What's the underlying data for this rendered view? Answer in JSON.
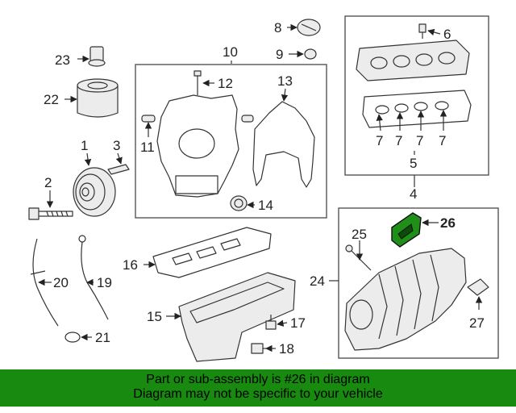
{
  "callouts": {
    "c1": "1",
    "c2": "2",
    "c3": "3",
    "c4": "4",
    "c5": "5",
    "c6": "6",
    "c7a": "7",
    "c7b": "7",
    "c7c": "7",
    "c7d": "7",
    "c8": "8",
    "c9": "9",
    "c10": "10",
    "c11": "11",
    "c12": "12",
    "c13": "13",
    "c14": "14",
    "c15": "15",
    "c16": "16",
    "c17": "17",
    "c18": "18",
    "c19": "19",
    "c20": "20",
    "c21": "21",
    "c22": "22",
    "c23": "23",
    "c24": "24",
    "c25": "25",
    "c26": "26",
    "c27": "27"
  },
  "highlight": {
    "part_number": "26",
    "color": "#1f8f1a"
  },
  "banner": {
    "line1": "Part or sub-assembly is #26 in diagram",
    "line2": "Diagram may not be specific to your vehicle",
    "background": "#178a0f"
  }
}
